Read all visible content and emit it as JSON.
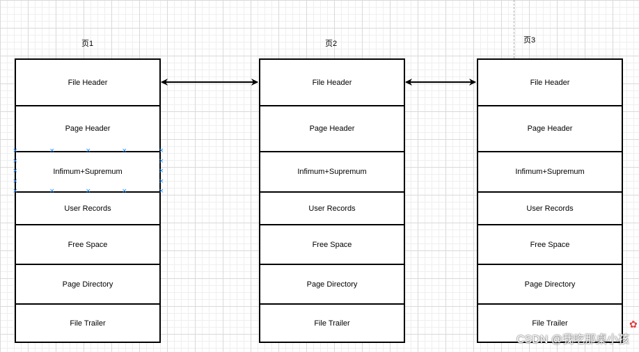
{
  "pages": [
    {
      "label": "页1",
      "sections": [
        "File Header",
        "Page Header",
        "Infimum+Supremum",
        "User Records",
        "Free Space",
        "Page Directory",
        "File Trailer"
      ]
    },
    {
      "label": "页2",
      "sections": [
        "File Header",
        "Page Header",
        "Infimum+Supremum",
        "User Records",
        "Free Space",
        "Page Directory",
        "File Trailer"
      ]
    },
    {
      "label": "页3",
      "sections": [
        "File Header",
        "Page Header",
        "Infimum+Supremum",
        "User Records",
        "Free Space",
        "Page Directory",
        "File Trailer"
      ]
    }
  ],
  "watermark": "CSDN @我吃那桌小孩",
  "colors": {
    "selection": "#1a8cff",
    "stroke": "#000000",
    "grid": "#d9d9d9"
  }
}
